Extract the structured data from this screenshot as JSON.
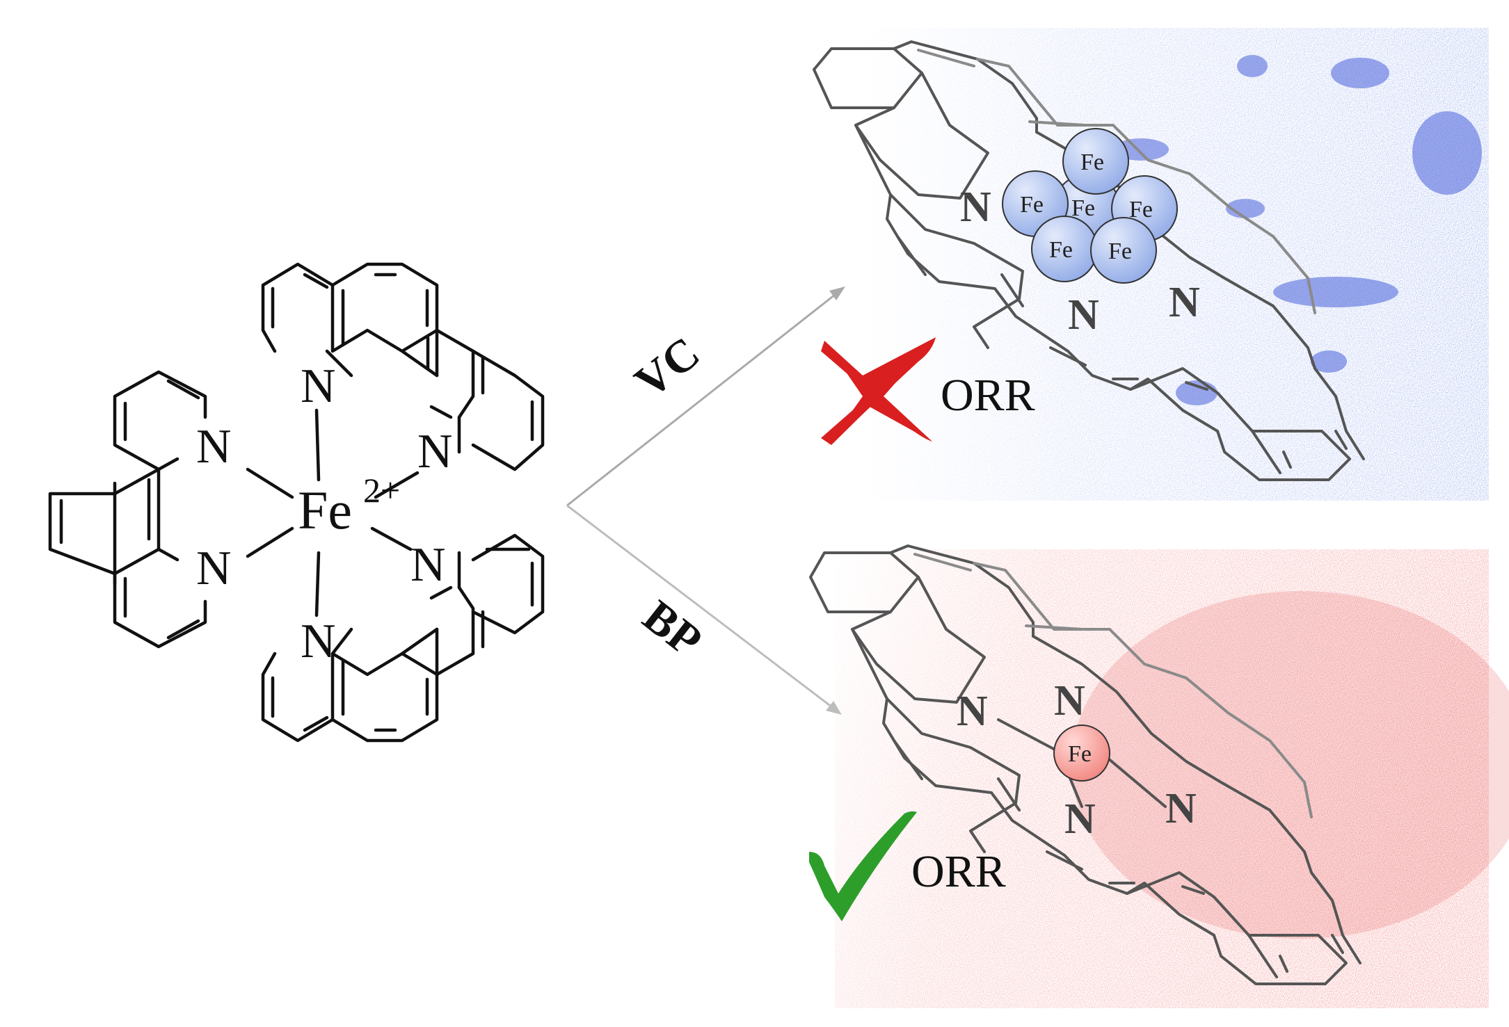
{
  "complex": {
    "metal_label": "Fe",
    "charge_label": "2+",
    "n_label": "N"
  },
  "routes": [
    {
      "label": "VC",
      "orr_label": "ORR",
      "outcome": "cross",
      "outcome_color": "#d91f1f"
    },
    {
      "label": "BP",
      "orr_label": "ORR",
      "outcome": "check",
      "outcome_color": "#2e9e2b"
    }
  ],
  "sheets": [
    {
      "n_label": "N",
      "particle_label": "Fe",
      "particle_color": "#aebfe8",
      "map_color": "#3a56d6"
    },
    {
      "n_label": "N",
      "particle_label": "Fe",
      "particle_color": "#f5a7a3",
      "map_color": "#e23b3b"
    }
  ],
  "colors": {
    "arrow": "#aaaaaa",
    "bond": "#111111"
  }
}
